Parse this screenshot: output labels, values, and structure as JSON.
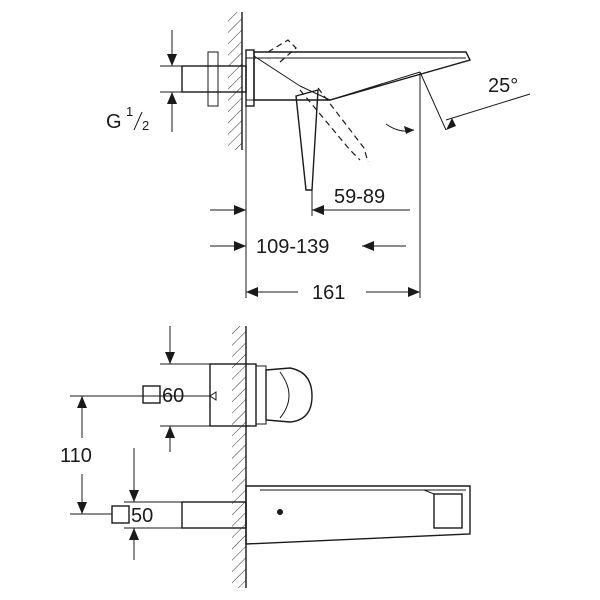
{
  "labels": {
    "thread": "G",
    "thread_numerator": "1",
    "thread_denominator": "2",
    "angle": "25°",
    "reach_range": "59-89",
    "depth_range": "109-139",
    "total_length": "161",
    "plate_top_size": "60",
    "plate_bottom_size": "50",
    "spacing": "110"
  },
  "colors": {
    "line": "#1a1a1a",
    "background": "#ffffff"
  }
}
